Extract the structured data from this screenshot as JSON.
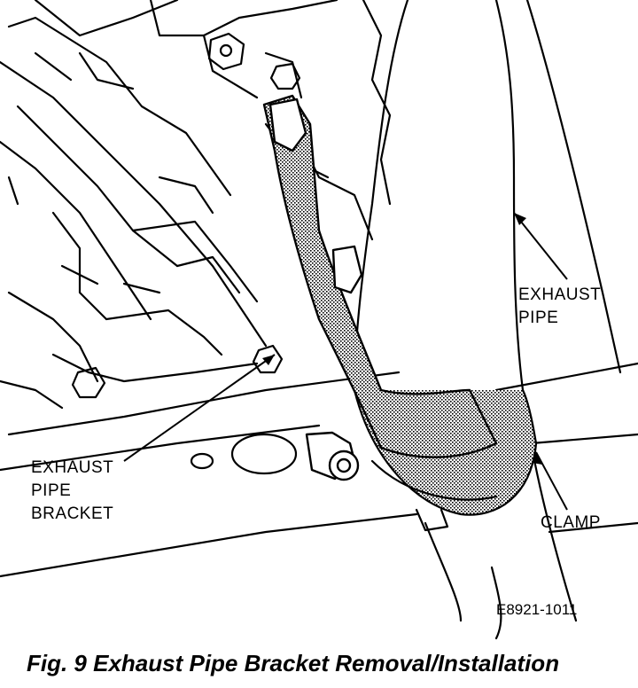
{
  "labels": {
    "exhaust_pipe": [
      "EXHAUST",
      "PIPE"
    ],
    "exhaust_pipe_bracket": [
      "EXHAUST",
      "PIPE",
      "BRACKET"
    ],
    "clamp": "CLAMP"
  },
  "figure_code": "E8921-1011",
  "caption": "Fig. 9 Exhaust Pipe Bracket Removal/Installation"
}
